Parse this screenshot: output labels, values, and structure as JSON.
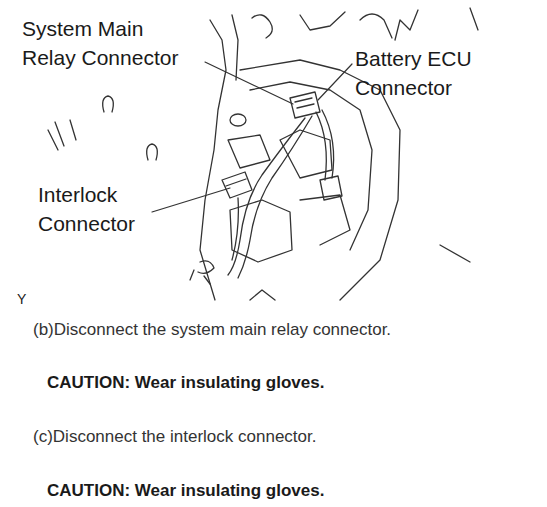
{
  "diagram": {
    "labels": [
      "System Main Relay Connector",
      "Battery ECU Connector",
      "Interlock Connector",
      "Y",
      "(b)Disconnect the system main relay connector.",
      "CAUTION: Wear insulating gloves.",
      "(c)Disconnect the interlock connector.",
      "CAUTION: Wear insulating gloves."
    ]
  }
}
